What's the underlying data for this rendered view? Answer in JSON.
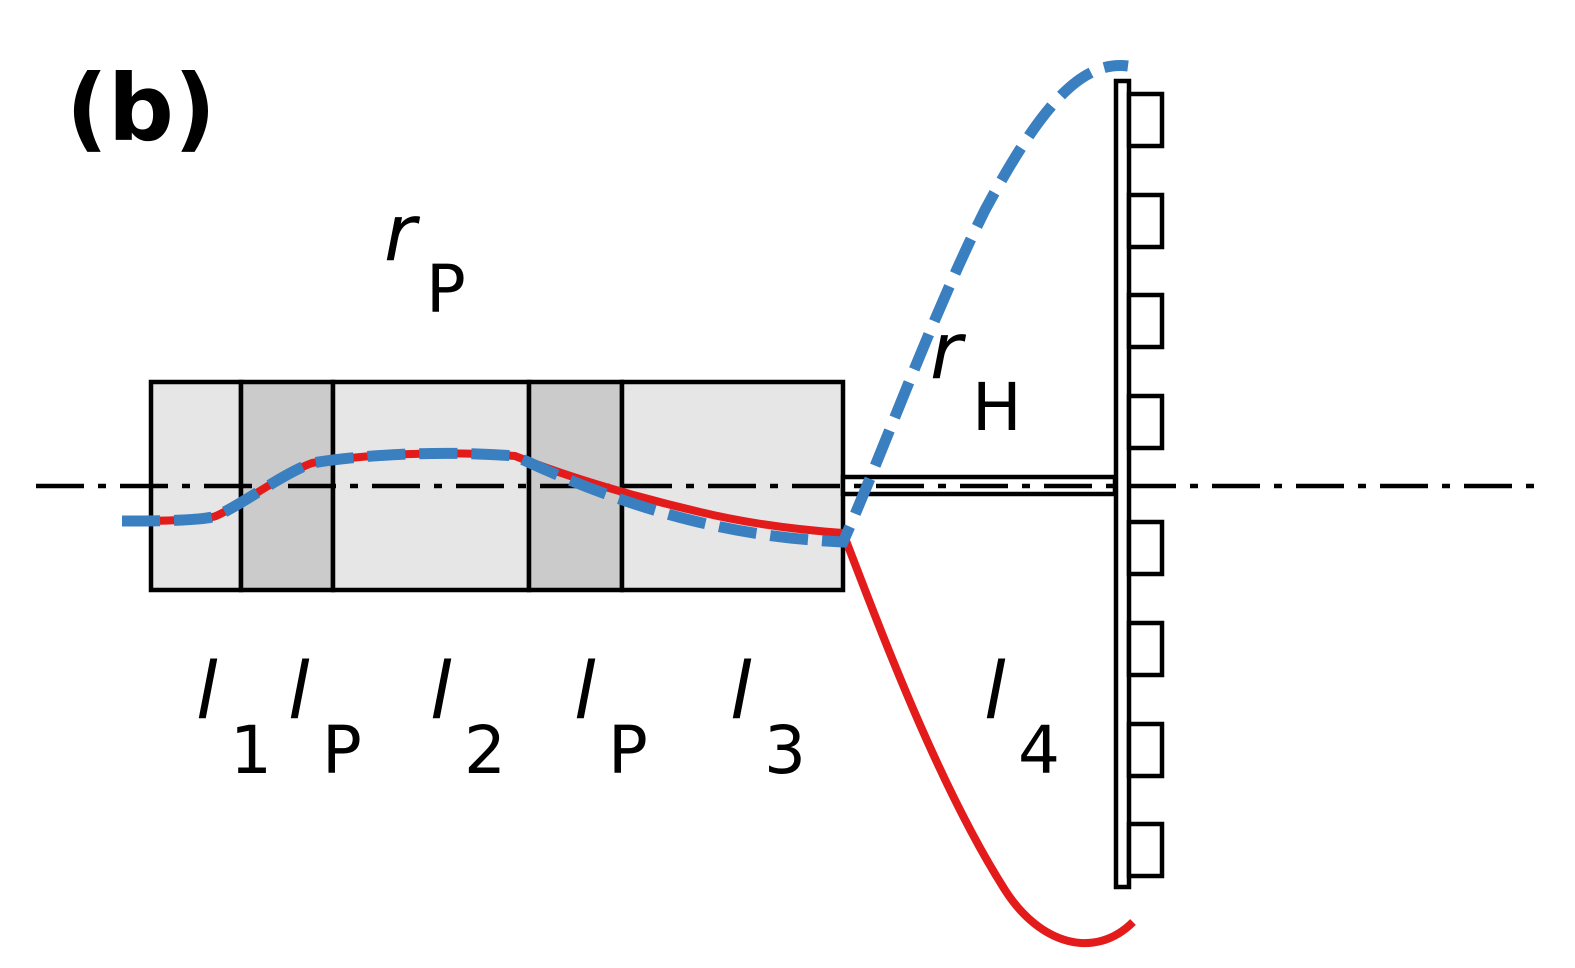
{
  "panel_label": "(b)",
  "colors": {
    "stroke": "#000000",
    "segment_light": "#e6e6e6",
    "segment_dark": "#cbcbcb",
    "curve_red": "#e31b1b",
    "curve_blue": "#3a7fc0"
  },
  "labels": {
    "r_p": {
      "main": "r",
      "sub": "P"
    },
    "r_h": {
      "main": "r",
      "sub": "H"
    },
    "l_1": {
      "main": "l",
      "sub": "1"
    },
    "l_p_first": {
      "main": "l",
      "sub": "P"
    },
    "l_2": {
      "main": "l",
      "sub": "2"
    },
    "l_p_second": {
      "main": "l",
      "sub": "P"
    },
    "l_3": {
      "main": "l",
      "sub": "3"
    },
    "l_4": {
      "main": "l",
      "sub": "4"
    }
  }
}
